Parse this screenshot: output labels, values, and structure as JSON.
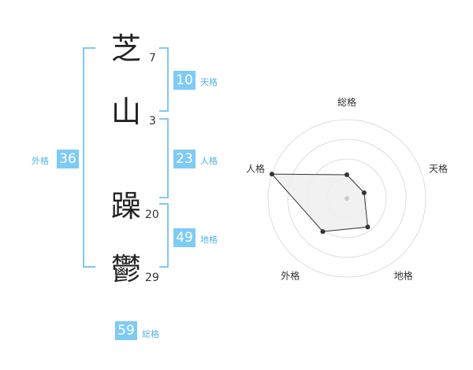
{
  "kanji": [
    {
      "char": "芝",
      "strokes": "7"
    },
    {
      "char": "山",
      "strokes": "3"
    },
    {
      "char": "躁",
      "strokes": "20"
    },
    {
      "char": "鬱",
      "strokes": "29"
    }
  ],
  "kaku": {
    "tenkaku": {
      "value": "10",
      "label": "天格"
    },
    "jinkaku": {
      "value": "23",
      "label": "人格"
    },
    "chikaku": {
      "value": "49",
      "label": "地格"
    },
    "gaikaku": {
      "value": "36",
      "label": "外格"
    },
    "soukaku": {
      "value": "59",
      "label": "総格"
    }
  },
  "colors": {
    "accent": "#7ecbf5",
    "bracket": "#82c8ee",
    "label": "#54b4e8"
  },
  "chart_data": {
    "type": "radar",
    "axes": [
      "総格",
      "天格",
      "地格",
      "外格",
      "人格"
    ],
    "values": [
      0.3,
      0.23,
      0.45,
      0.52,
      1.0
    ],
    "rings": 4
  }
}
